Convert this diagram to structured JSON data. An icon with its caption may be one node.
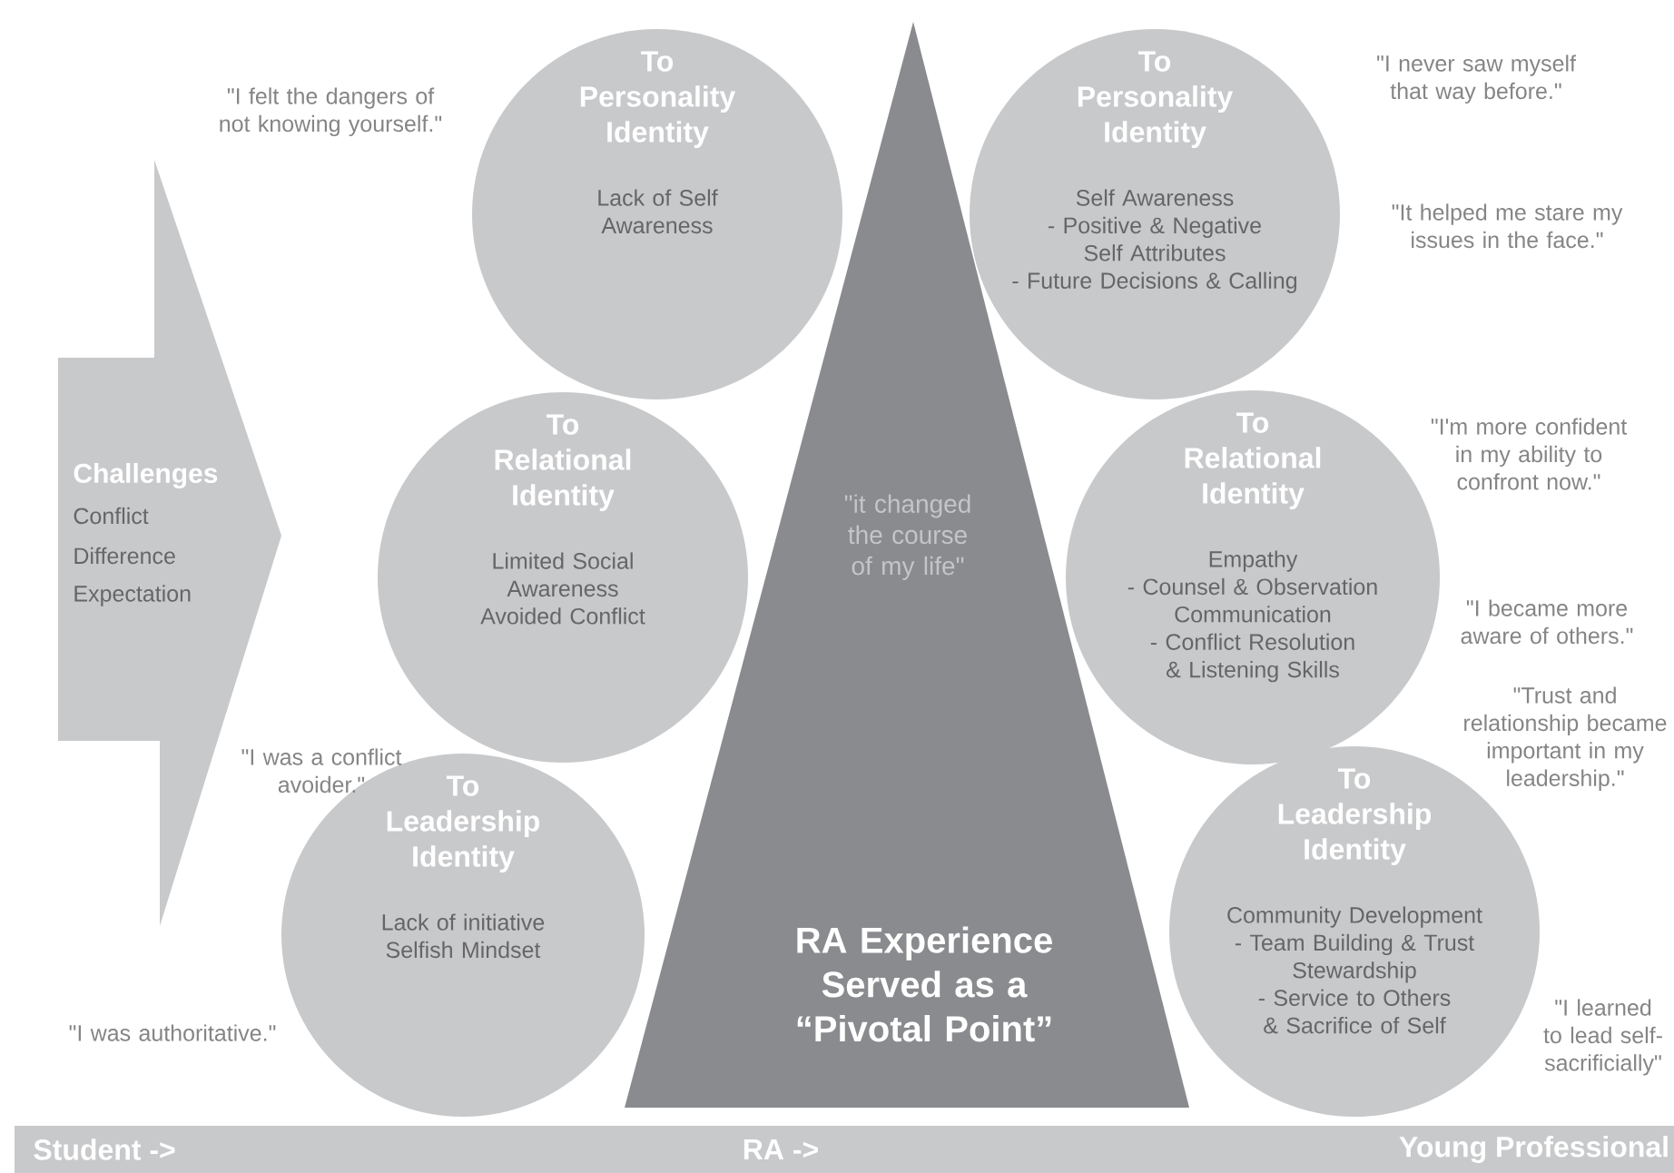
{
  "diagram": {
    "nodes": [
      {
        "text": [
          "Challenges",
          "Conflict",
          "Difference",
          "Expectation"
        ]
      },
      {
        "text": [
          "To Personality Identity",
          "Lack of Self Awareness"
        ]
      },
      {
        "text": [
          "To Relational Identity",
          "Limited Social Awareness",
          "Avoided Conflict"
        ]
      },
      {
        "text": [
          "To Leadership Identity",
          "Lack of initiative",
          "Selfish Mindset"
        ]
      },
      {
        "text": [
          "\"it changed the course of my life\"",
          "RA Experience Served as a “Pivotal Point”"
        ]
      },
      {
        "text": [
          "To Personality Identity",
          "Self Awareness",
          "- Positive & Negative Self Attributes",
          "- Future Decisions & Calling"
        ]
      },
      {
        "text": [
          "To Relational Identity",
          "Empathy",
          "- Counsel & Observation",
          "Communication",
          "- Conflict Resolution & Listening Skills"
        ]
      },
      {
        "text": [
          "To Leadership Identity",
          "Community Development",
          "- Team Building & Trust",
          "Stewardship",
          "- Service to Others & Sacrifice of Self"
        ]
      },
      {
        "text": [
          "Student ->",
          "RA ->",
          "Young Professional"
        ]
      }
    ],
    "labels": [
      "\"I felt the dangers of not knowing yourself.\"",
      "\"I never saw myself that way before.\"",
      "\"It helped me stare my issues in the face.\"",
      "\"I'm more confident in my ability to confront now.\"",
      "\"I became more aware of others.\"",
      "\"Trust and relationship became important in my leadership.\"",
      "\"I was a conflict avoider.\"",
      "\"I learned to lead self-sacrificially\"",
      "\"I was authoritative.\""
    ]
  }
}
